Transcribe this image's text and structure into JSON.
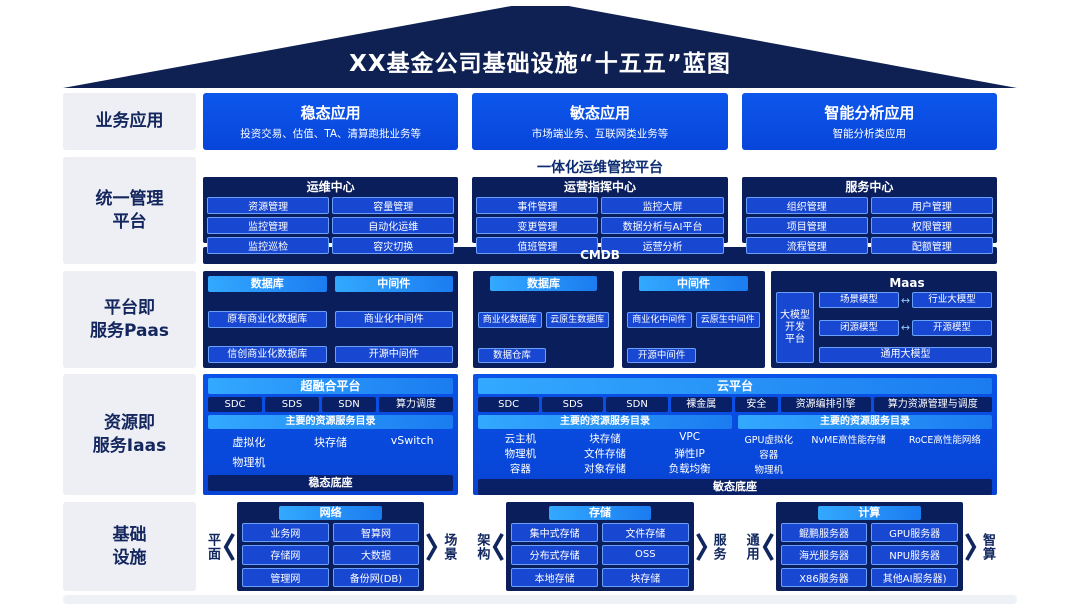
{
  "roof": {
    "title": "XX基金公司基础设施“十五五”蓝图"
  },
  "colors": {
    "roof_navy": "#0e2152",
    "panel_navy": "#0a1e5c",
    "bright_blue": "#0b52e8",
    "cyan_header": "#2196fb",
    "button_blue": "#1847d2",
    "button_border": "#6aa0fa",
    "label_bg": "#edeff4",
    "label_text": "#14265e"
  },
  "business": {
    "label_line1": "业务应用",
    "apps": [
      {
        "title": "稳态应用",
        "subtitle": "投资交易、估值、TA、清算跑批业务等"
      },
      {
        "title": "敏态应用",
        "subtitle": "市场端业务、互联网类业务等"
      },
      {
        "title": "智能分析应用",
        "subtitle": "智能分析类应用"
      }
    ]
  },
  "management": {
    "label_line1": "统一管理",
    "label_line2": "平台",
    "header": "一体化运维管控平台",
    "centers": [
      {
        "title": "运维中心",
        "items": [
          "资源管理",
          "容量管理",
          "监控管理",
          "自动化运维",
          "监控巡检",
          "容灾切换"
        ]
      },
      {
        "title": "运营指挥中心",
        "items": [
          "事件管理",
          "监控大屏",
          "变更管理",
          "数据分析与AI平台",
          "值班管理",
          "运营分析"
        ]
      },
      {
        "title": "服务中心",
        "items": [
          "组织管理",
          "用户管理",
          "项目管理",
          "权限管理",
          "流程管理",
          "配额管理"
        ]
      }
    ],
    "cmdb": "CMDB"
  },
  "paas": {
    "label_line1": "平台即",
    "label_line2": "服务Paas",
    "panel1": {
      "db_header": "数据库",
      "mw_header": "中间件",
      "db_items": [
        "原有商业化数据库",
        "信创商业化数据库"
      ],
      "mw_items": [
        "商业化中间件",
        "开源中间件"
      ]
    },
    "panel2": {
      "header": "数据库",
      "row": [
        "商业化数据库",
        "云原生数据库"
      ],
      "bottom": "数据仓库"
    },
    "panel3": {
      "header": "中间件",
      "row": [
        "商业化中间件",
        "云原生中间件"
      ],
      "bottom": "开源中间件"
    },
    "maas": {
      "title": "Maas",
      "left_button_lines": [
        "大模型",
        "开发",
        "平台"
      ],
      "arrow_icon": "↔",
      "rows": [
        {
          "left": "场景模型",
          "right": "行业大模型"
        },
        {
          "left": "闭源模型",
          "right": "开源模型"
        }
      ],
      "bottom": "通用大模型"
    }
  },
  "iaas": {
    "label_line1": "资源即",
    "label_line2": "服务Iaas",
    "hci": {
      "header": "超融合平台",
      "top_buttons": [
        "SDC",
        "SDS",
        "SDN",
        "算力调度"
      ],
      "catalog_header": "主要的资源服务目录",
      "items": [
        "虚拟化",
        "块存储",
        "vSwitch",
        "物理机"
      ],
      "footer": "稳态底座"
    },
    "cloud": {
      "header": "云平台",
      "top_buttons": [
        "SDC",
        "SDS",
        "SDN",
        "裸金属",
        "安全",
        "资源编排引擎",
        "算力资源管理与调度"
      ],
      "catalog_header_left": "主要的资源服务目录",
      "catalog_header_right": "主要的资源服务目录",
      "left_items": [
        "云主机",
        "块存储",
        "VPC",
        "物理机",
        "文件存储",
        "弹性IP",
        "容器",
        "对象存储",
        "负载均衡"
      ],
      "right_items": [
        "GPU虚拟化",
        "NvME高性能存储",
        "RoCE高性能网络",
        "容器",
        "物理机"
      ],
      "footer": "敏态底座"
    }
  },
  "infra": {
    "label_line1": "基础",
    "label_line2": "设施",
    "groups": [
      {
        "left_label": "平面",
        "right_label": "场景",
        "title": "网络",
        "items": [
          "业务网",
          "智算网",
          "存储网",
          "大数据",
          "管理网",
          "备份网(DB)"
        ]
      },
      {
        "left_label": "架构",
        "right_label": "服务",
        "title": "存储",
        "items": [
          "集中式存储",
          "文件存储",
          "分布式存储",
          "OSS",
          "本地存储",
          "块存储"
        ]
      },
      {
        "left_label": "通用",
        "right_label": "智算",
        "title": "计算",
        "items": [
          "鲲鹏服务器",
          "GPU服务器",
          "海光服务器",
          "NPU服务器",
          "X86服务器",
          "其他AI服务器)"
        ]
      }
    ]
  }
}
